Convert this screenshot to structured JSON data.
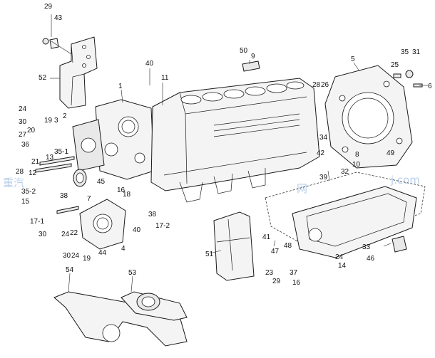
{
  "watermark": {
    "left_text": "重汽",
    "right_text": "网",
    "site_text": "j.com"
  },
  "callouts": [
    "29",
    "43",
    "52",
    "40",
    "11",
    "1",
    "24",
    "19",
    "3",
    "2",
    "30",
    "20",
    "27",
    "36",
    "28",
    "21",
    "13",
    "35-1",
    "12",
    "35-2",
    "15",
    "38",
    "7",
    "45",
    "18",
    "16",
    "17-1",
    "30",
    "24",
    "22",
    "30",
    "24",
    "19",
    "44",
    "4",
    "38",
    "40",
    "17-2",
    "50",
    "9",
    "5",
    "35",
    "31",
    "25",
    "6",
    "28",
    "26",
    "34",
    "42",
    "39",
    "32",
    "8",
    "49",
    "10",
    "41",
    "47",
    "48",
    "51",
    "23",
    "29",
    "33",
    "46",
    "24",
    "14",
    "37",
    "16",
    "54",
    "53"
  ]
}
